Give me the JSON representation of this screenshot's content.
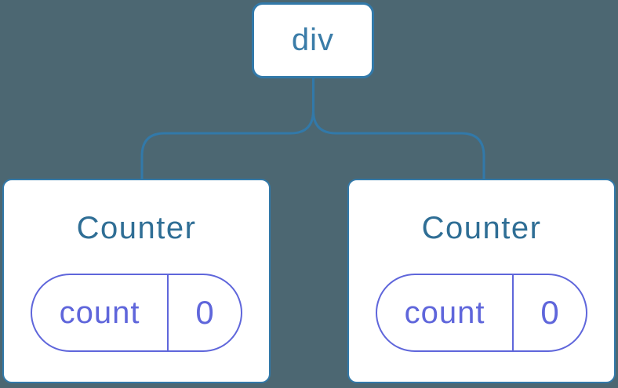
{
  "diagram": {
    "root": {
      "label": "div"
    },
    "children": [
      {
        "title": "Counter",
        "state": {
          "key": "count",
          "value": "0"
        }
      },
      {
        "title": "Counter",
        "state": {
          "key": "count",
          "value": "0"
        }
      }
    ]
  },
  "theme": {
    "background": "#4C6772",
    "node_border": "#3279A9",
    "connector_color": "#3279A9",
    "card_background": "#FFFFFF",
    "root_label_color": "#3A7CA8",
    "component_title_color": "#2F6E95",
    "state_pill_color": "#5F66DB"
  }
}
